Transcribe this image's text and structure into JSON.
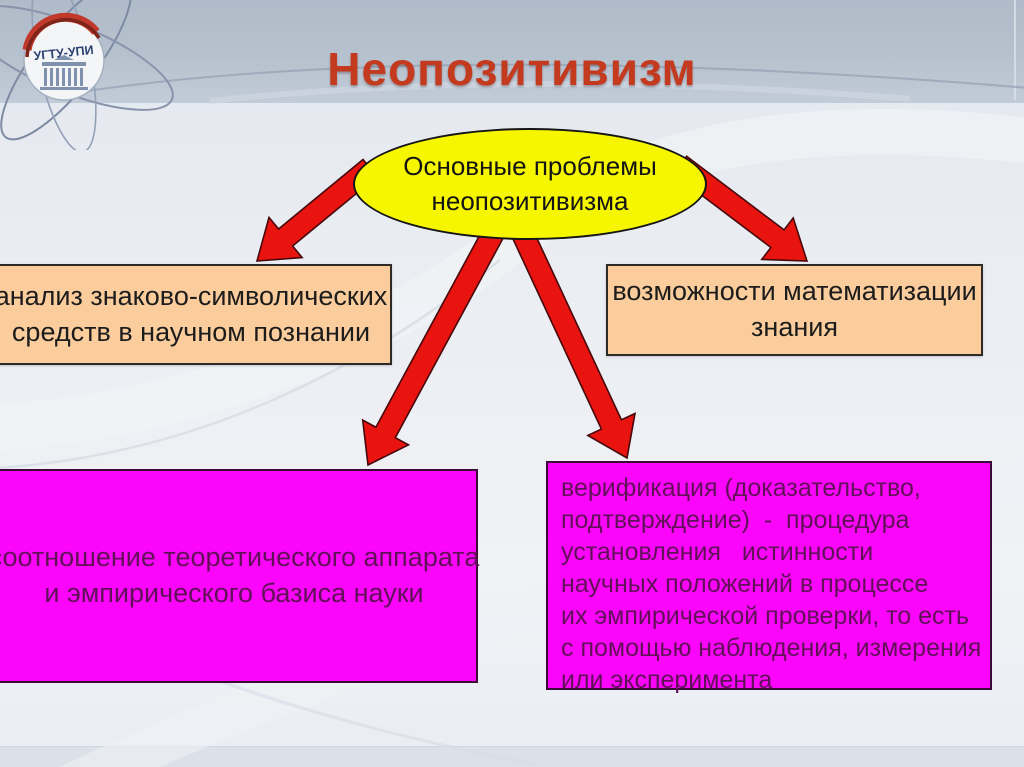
{
  "title": "Неопозитивизм",
  "logo": {
    "label": "УГТУ-УПИ"
  },
  "diagram": {
    "root": {
      "lines": [
        "Основные проблемы",
        "неопозитивизма"
      ]
    },
    "node_analysis": {
      "lines": [
        "анализ знаково-символических",
        "средств в научном познании"
      ]
    },
    "node_math": {
      "lines": [
        "возможности математизации",
        "знания"
      ]
    },
    "node_theory": {
      "lines": [
        "соотношение теоретического аппарата",
        "и эмпирического базиса науки"
      ]
    },
    "node_verification": {
      "lines": [
        "верификация (доказательство,",
        "подтверждение)  -  процедура",
        "установления   истинности",
        "научных положений в процессе",
        "их эмпирической проверки, то есть",
        "с помощью наблюдения, измерения",
        "или эксперимента"
      ]
    }
  },
  "colors": {
    "title_red": "#c43a1e",
    "ellipse_fill": "#f6f600",
    "peach_fill": "#fbcd9c",
    "magenta_fill": "#fb06fb",
    "magenta_text": "#621058",
    "arrow_fill": "#e91410",
    "band_blue": "#b4bfcc"
  }
}
